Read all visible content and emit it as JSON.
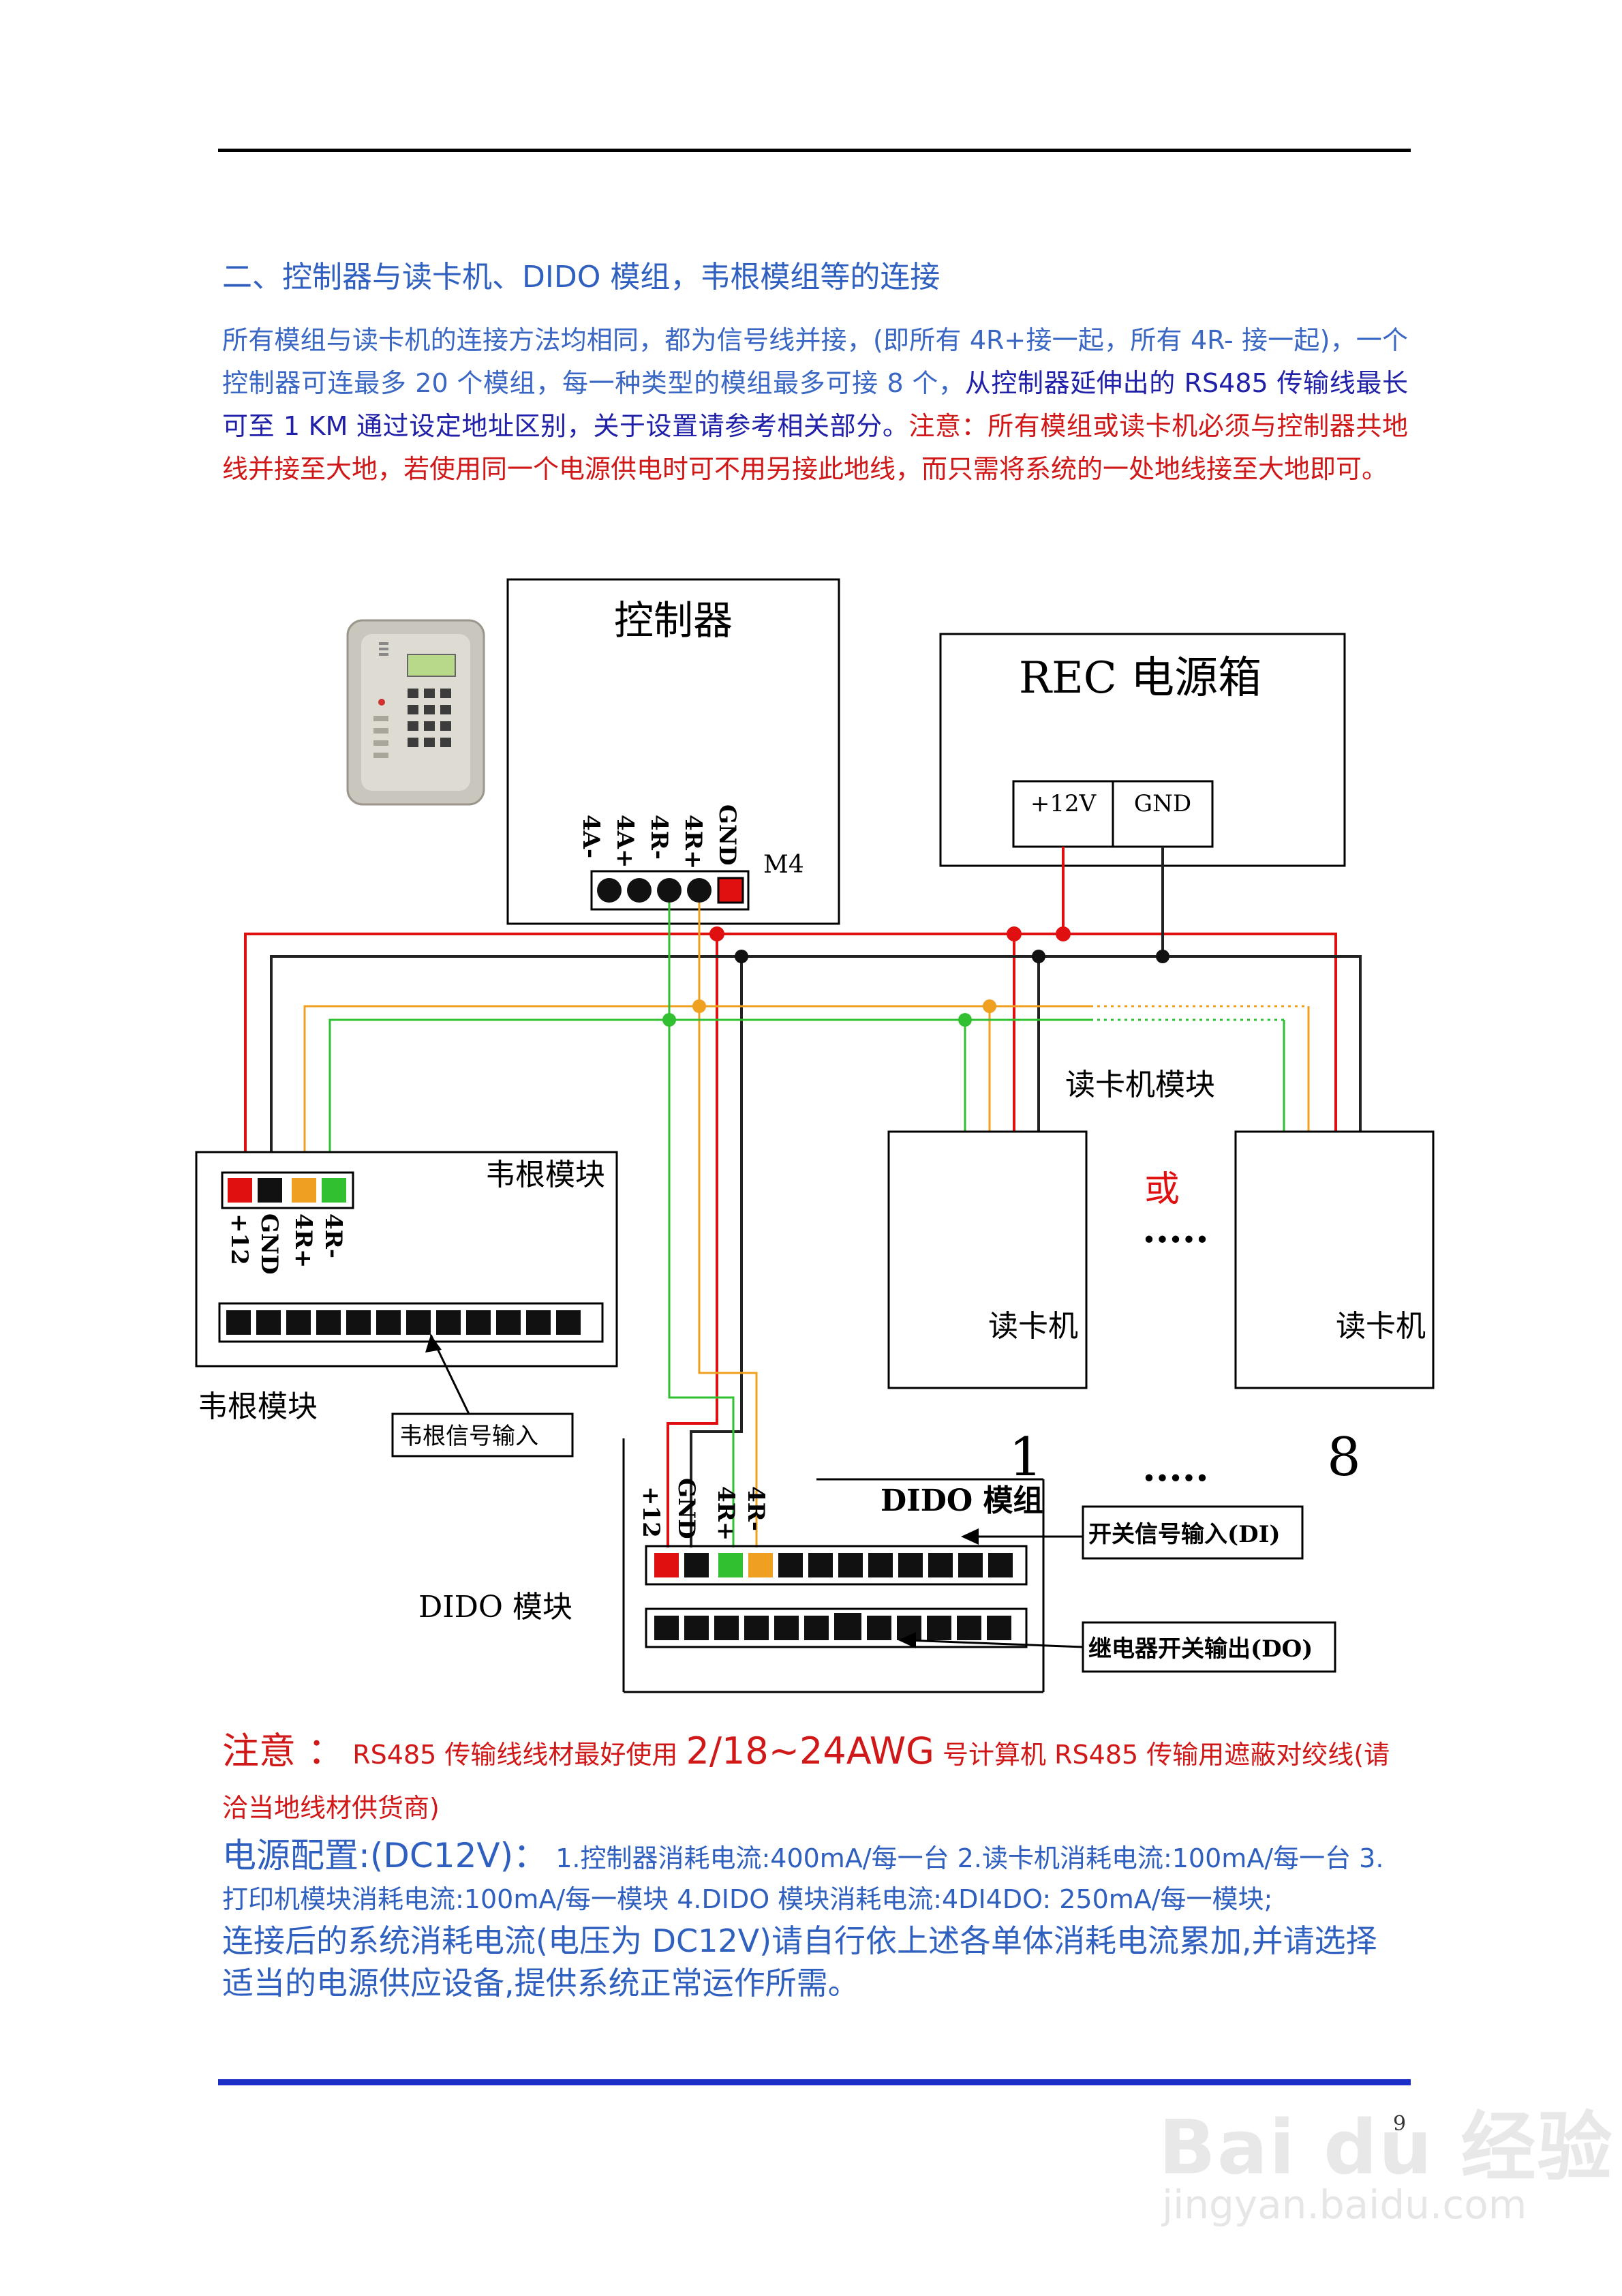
{
  "heading": "二、控制器与读卡机、DIDO 模组，韦根模组等的连接",
  "paragraph": {
    "part1": "所有模组与读卡机的连接方法均相同，都为信号线并接，(即所有 4R+接一起，所有 4R- 接一起)，一个控制器可连最多 20 个模组，每一种类型的模组最多可接 8 个，",
    "part2": "从控制器延伸出的 RS485 传输线最长可至 1 KM 通过设定地址区别，关于设置请参考相关部分。",
    "part3": "注意：所有模组或读卡机必须与控制器共地线并接至大地，若使用同一个电源供电时可不用另接此地线，而只需将系统的一处地线接至大地即可。"
  },
  "diagram": {
    "controller_title": "控制器",
    "controller_pins": [
      "4A-",
      "4A+",
      "4R-",
      "4R+",
      "GND"
    ],
    "controller_connector": "M4",
    "power_box_title": "REC 电源箱",
    "power_plus": "+12V",
    "power_gnd": "GND",
    "reader_module_label": "读卡机模块",
    "reader_label": "读卡机",
    "or_label": "或",
    "ellipsis": ".....",
    "reader_num_first": "1",
    "reader_num_last": "8",
    "wiegand_box_title": "韦根模块",
    "wiegand_pins": [
      "+12",
      "GND",
      "4R+",
      "4R-"
    ],
    "wiegand_outside_label": "韦根模块",
    "wiegand_input_label": "韦根信号输入",
    "dido_title": "DIDO 模组",
    "dido_pins": [
      "+12",
      "GND",
      "4R+",
      "4R-"
    ],
    "dido_outside_label": "DIDO 模块",
    "di_label": "开关信号输入(DI)",
    "do_label": "继电器开关输出(DO)"
  },
  "note": {
    "label": "注意 ：",
    "text1": "RS485 传输线线材最好使用",
    "spec": "2/18~24AWG",
    "text2": "号计算机 RS485 传输用遮蔽对绞线(请洽当地线材供货商)"
  },
  "power_config": {
    "label": "电源配置:(DC12V)：",
    "line1": "1.控制器消耗电流:400mA/每一台 2.读卡机消耗电流:100mA/每一台 3.打印机模块消耗电流:100mA/每一模块 4.DIDO 模块消耗电流:4DI4DO: 250mA/每一模块;",
    "line2": "连接后的系统消耗电流(电压为 DC12V)请自行依上述各单体消耗电流累加,并请选择适当的电源供应设备,提供系统正常运作所需。"
  },
  "page_number": "9",
  "watermark": {
    "logo": "Bai du 经验",
    "url": "jingyan.baidu.com"
  },
  "colors": {
    "red": "#e01010",
    "black": "#111111",
    "orange": "#f0a020",
    "green": "#30c030",
    "heading_blue": "#2f5fbf"
  }
}
